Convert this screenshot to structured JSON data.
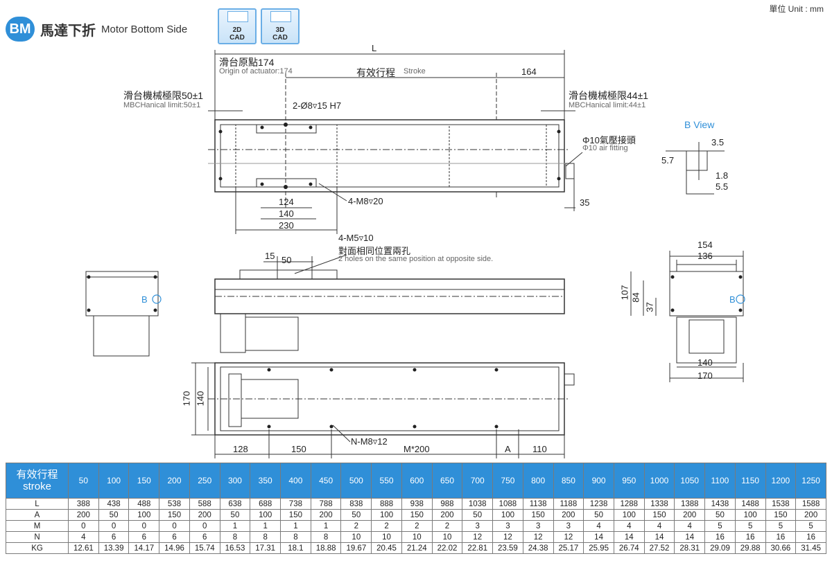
{
  "header": {
    "badge": "BM",
    "title_cn": "馬達下折",
    "title_en": "Motor Bottom Side",
    "cad_2d_line1": "2D",
    "cad_2d_line2": "CAD",
    "cad_3d_line1": "3D",
    "cad_3d_line2": "CAD",
    "unit": "單位 Unit : mm"
  },
  "drawing": {
    "L": "L",
    "origin_cn": "滑台原點174",
    "origin_en": "Origin of actuator:174",
    "stroke_cn": "有效行程",
    "stroke_en": "Stroke",
    "dim_164": "164",
    "mech_left_cn": "滑台機械極限50±1",
    "mech_left_en": "MBCHanical limit:50±1",
    "mech_right_cn": "滑台機械極限44±1",
    "mech_right_en": "MBCHanical limit:44±1",
    "hole_2": "2-Ø8▿15 H7",
    "air_cn": "Φ10氣壓接頭",
    "air_en": "Φ10 air fitting",
    "bview": "B View",
    "d35": "3.5",
    "d57": "5.7",
    "d18": "1.8",
    "d55": "5.5",
    "d124": "124",
    "d140a": "140",
    "d230": "230",
    "m8_4": "4-M8▿20",
    "d35b": "35",
    "m5_4": "4-M5▿10",
    "opp_cn": "對面相同位置兩孔",
    "opp_en": "2 holes on the same position at opposite side.",
    "d15": "15",
    "d50": "50",
    "d154": "154",
    "d136": "136",
    "d107": "107",
    "d84": "84",
    "d37": "37",
    "d140b": "140",
    "d170b": "170",
    "b_left": "B",
    "b_right": "B",
    "d170v": "170",
    "d140v": "140",
    "d128": "128",
    "d150": "150",
    "n_m8": "N-M8▿12",
    "m200": "M*200",
    "A": "A",
    "d110": "110"
  },
  "table": {
    "head_cn": "有效行程",
    "head_en": "stroke",
    "strokes": [
      "50",
      "100",
      "150",
      "200",
      "250",
      "300",
      "350",
      "400",
      "450",
      "500",
      "550",
      "600",
      "650",
      "700",
      "750",
      "800",
      "850",
      "900",
      "950",
      "1000",
      "1050",
      "1100",
      "1150",
      "1200",
      "1250"
    ],
    "rows": [
      {
        "label": "L",
        "values": [
          "388",
          "438",
          "488",
          "538",
          "588",
          "638",
          "688",
          "738",
          "788",
          "838",
          "888",
          "938",
          "988",
          "1038",
          "1088",
          "1138",
          "1188",
          "1238",
          "1288",
          "1338",
          "1388",
          "1438",
          "1488",
          "1538",
          "1588"
        ]
      },
      {
        "label": "A",
        "values": [
          "200",
          "50",
          "100",
          "150",
          "200",
          "50",
          "100",
          "150",
          "200",
          "50",
          "100",
          "150",
          "200",
          "50",
          "100",
          "150",
          "200",
          "50",
          "100",
          "150",
          "200",
          "50",
          "100",
          "150",
          "200"
        ]
      },
      {
        "label": "M",
        "values": [
          "0",
          "0",
          "0",
          "0",
          "0",
          "1",
          "1",
          "1",
          "1",
          "2",
          "2",
          "2",
          "2",
          "3",
          "3",
          "3",
          "3",
          "4",
          "4",
          "4",
          "4",
          "5",
          "5",
          "5",
          "5"
        ]
      },
      {
        "label": "N",
        "values": [
          "4",
          "6",
          "6",
          "6",
          "6",
          "8",
          "8",
          "8",
          "8",
          "10",
          "10",
          "10",
          "10",
          "12",
          "12",
          "12",
          "12",
          "14",
          "14",
          "14",
          "14",
          "16",
          "16",
          "16",
          "16"
        ]
      },
      {
        "label": "KG",
        "values": [
          "12.61",
          "13.39",
          "14.17",
          "14.96",
          "15.74",
          "16.53",
          "17.31",
          "18.1",
          "18.88",
          "19.67",
          "20.45",
          "21.24",
          "22.02",
          "22.81",
          "23.59",
          "24.38",
          "25.17",
          "25.95",
          "26.74",
          "27.52",
          "28.31",
          "29.09",
          "29.88",
          "30.66",
          "31.45"
        ]
      }
    ]
  }
}
